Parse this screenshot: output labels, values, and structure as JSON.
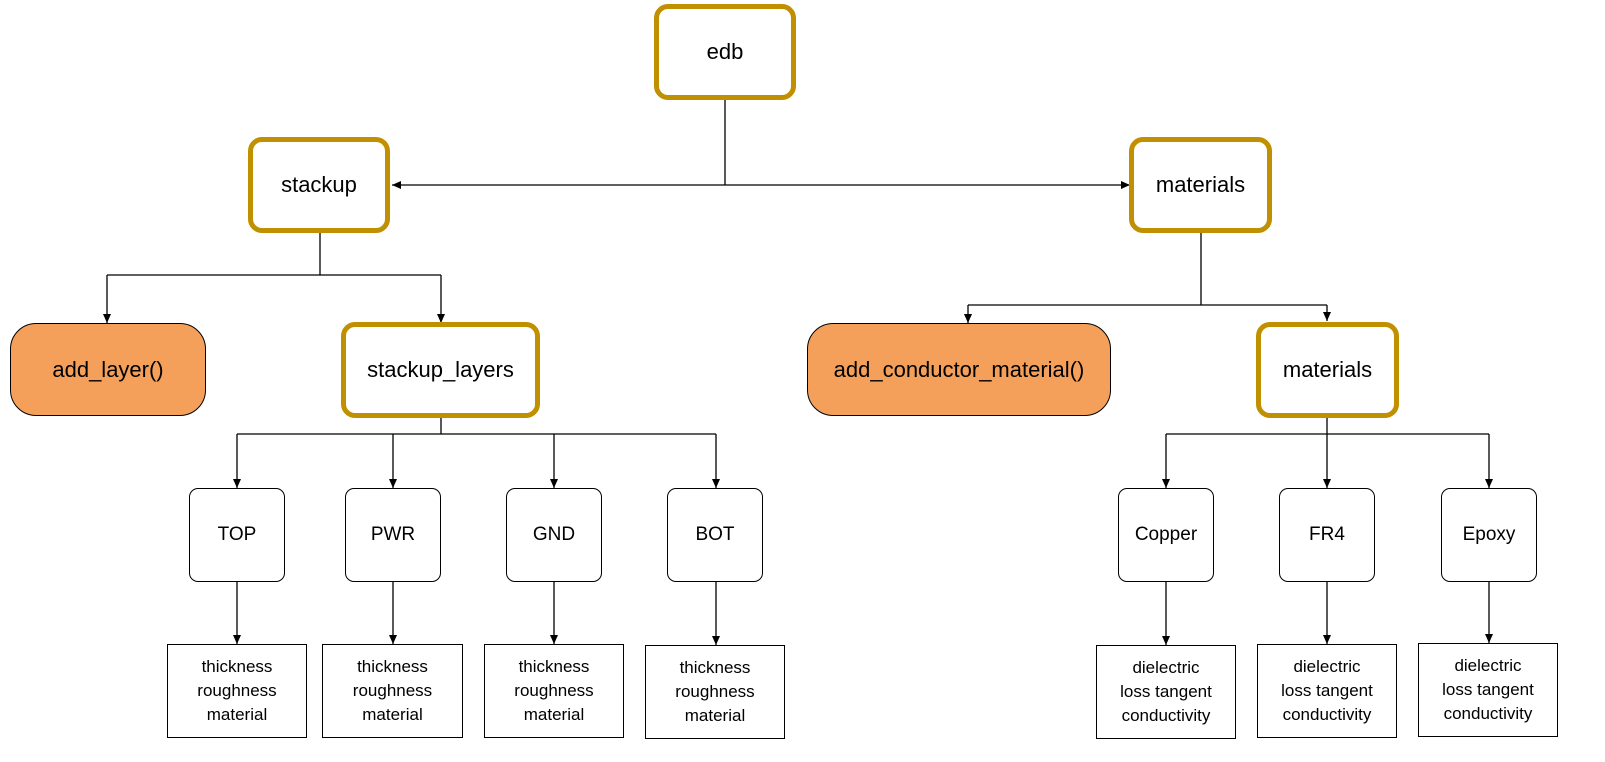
{
  "root": {
    "label": "edb"
  },
  "stackup": {
    "label": "stackup",
    "method": "add_layer()",
    "layers_label": "stackup_layers",
    "layers": [
      {
        "name": "TOP",
        "props": [
          "thickness",
          "roughness",
          "material"
        ]
      },
      {
        "name": "PWR",
        "props": [
          "thickness",
          "roughness",
          "material"
        ]
      },
      {
        "name": "GND",
        "props": [
          "thickness",
          "roughness",
          "material"
        ]
      },
      {
        "name": "BOT",
        "props": [
          "thickness",
          "roughness",
          "material"
        ]
      }
    ]
  },
  "materials": {
    "label": "materials",
    "method": "add_conductor_material()",
    "list_label": "materials",
    "items": [
      {
        "name": "Copper",
        "props": [
          "dielectric",
          "loss tangent",
          "conductivity"
        ]
      },
      {
        "name": "FR4",
        "props": [
          "dielectric",
          "loss tangent",
          "conductivity"
        ]
      },
      {
        "name": "Epoxy",
        "props": [
          "dielectric",
          "loss tangent",
          "conductivity"
        ]
      }
    ]
  },
  "colors": {
    "main_border": "#c09000",
    "method_fill": "#f5a05a",
    "line": "#000000"
  }
}
